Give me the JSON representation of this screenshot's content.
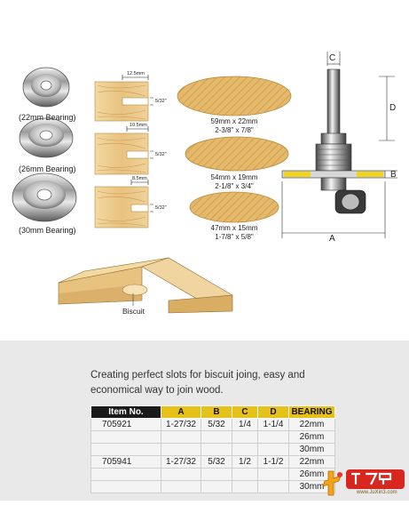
{
  "bearings": [
    {
      "label": "(22mm Bearing)"
    },
    {
      "label": "(26mm Bearing)"
    },
    {
      "label": "(30mm Bearing)"
    }
  ],
  "slots": [
    {
      "depth": "12.5mm",
      "width": "5/32\""
    },
    {
      "depth": "10.5mm",
      "width": "5/32\""
    },
    {
      "depth": "8.5mm",
      "width": "5/32\""
    }
  ],
  "biscuits": [
    {
      "metric": "59mm x 22mm",
      "imperial": "2-3/8\" x 7/8\""
    },
    {
      "metric": "54mm x 19mm",
      "imperial": "2-1/8\" x 3/4\""
    },
    {
      "metric": "47mm x 15mm",
      "imperial": "1-7/8\" x 5/8\""
    }
  ],
  "cutter_dims": {
    "c": "C",
    "d": "D",
    "b": "B",
    "a": "A"
  },
  "joint_label": "Biscuit",
  "description": "Creating perfect slots for biscuit joing, easy and economical way to join wood.",
  "table": {
    "headers": [
      "Item No.",
      "A",
      "B",
      "C",
      "D",
      "BEARING"
    ],
    "rows": [
      [
        "705921",
        "1-27/32",
        "5/32",
        "1/4",
        "1-1/4",
        "22mm"
      ],
      [
        "",
        "",
        "",
        "",
        "",
        "26mm"
      ],
      [
        "",
        "",
        "",
        "",
        "",
        "30mm"
      ],
      [
        "705941",
        "1-27/32",
        "5/32",
        "1/2",
        "1-1/2",
        "22mm"
      ],
      [
        "",
        "",
        "",
        "",
        "",
        "26mm"
      ],
      [
        "",
        "",
        "",
        "",
        "",
        "30mm"
      ]
    ]
  },
  "watermark": {
    "site": "www.JuXin3.com"
  },
  "colors": {
    "accent": "#e6c11a",
    "header_dark": "#1b1b1b",
    "wood": "#e9c98a",
    "panel": "#e9e9e9"
  }
}
